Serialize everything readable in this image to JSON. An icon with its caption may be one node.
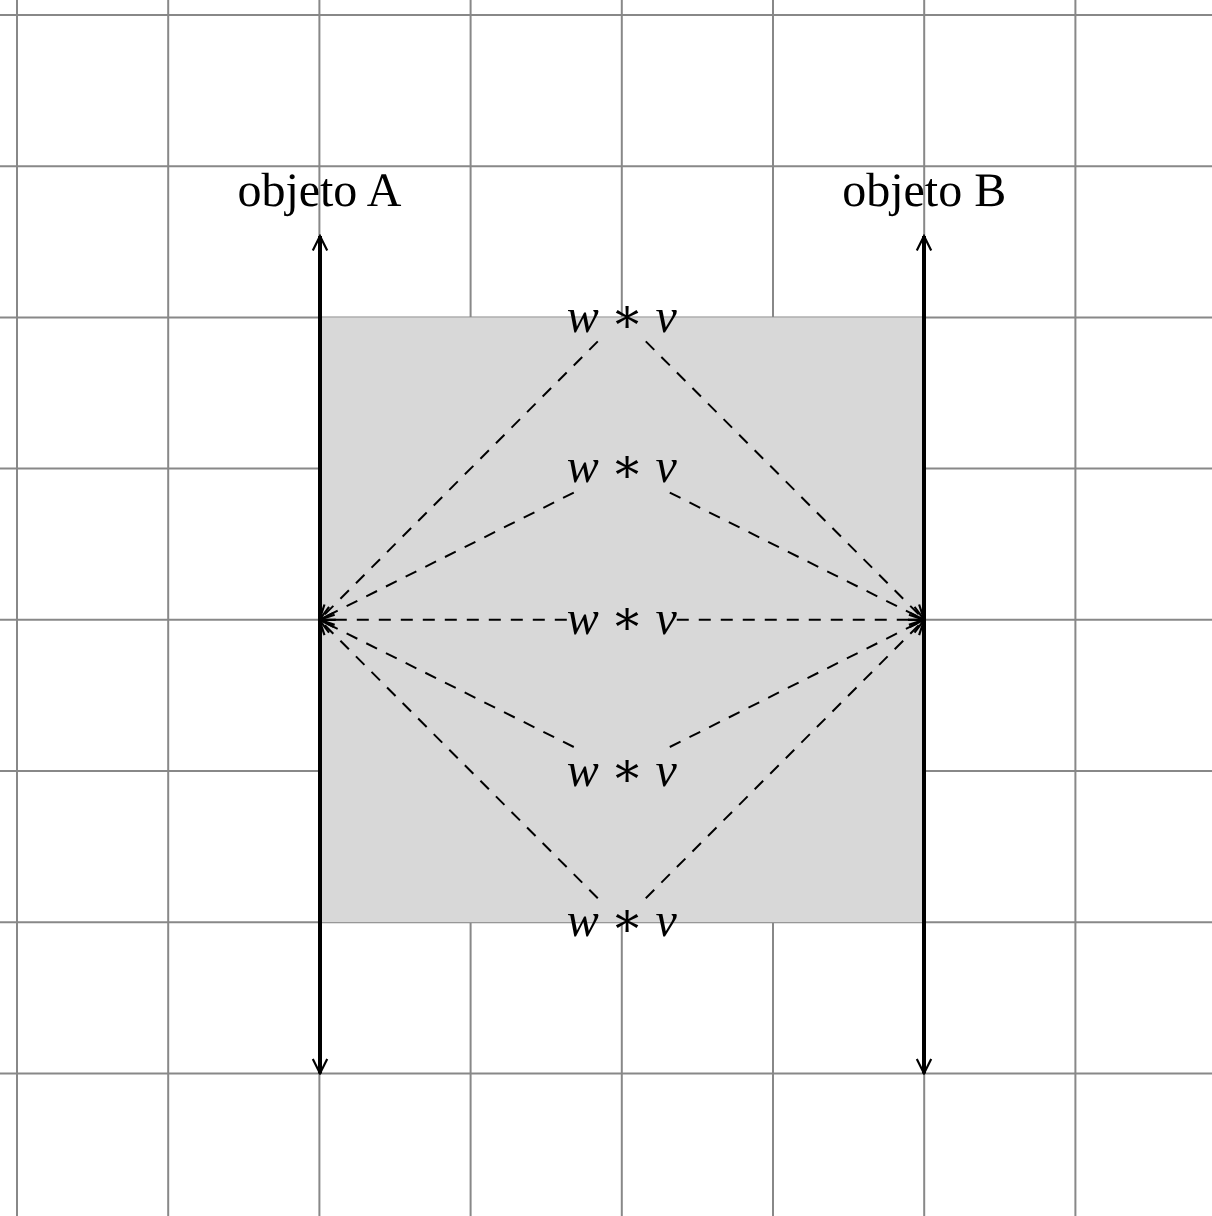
{
  "diagram": {
    "nodes": [
      {
        "text": [
          "objeto A"
        ]
      },
      {
        "text": [
          "objeto B"
        ]
      },
      {
        "text": [
          "*w* ∗ *v*"
        ]
      },
      {
        "text": [
          "*w* ∗ *v*"
        ]
      },
      {
        "text": [
          "*w* ∗ *v*"
        ]
      },
      {
        "text": [
          "*w* ∗ *v*"
        ]
      },
      {
        "text": [
          "*w* ∗ *v*"
        ]
      }
    ],
    "edges": [
      {
        "from": 2,
        "to": 0,
        "arrow": "to",
        "style": "dashed"
      },
      {
        "from": 2,
        "to": 1,
        "arrow": "to",
        "style": "dashed"
      },
      {
        "from": 3,
        "to": 0,
        "arrow": "to",
        "style": "dashed"
      },
      {
        "from": 3,
        "to": 1,
        "arrow": "to",
        "style": "dashed"
      },
      {
        "from": 4,
        "to": 0,
        "arrow": "to",
        "style": "dashed"
      },
      {
        "from": 4,
        "to": 1,
        "arrow": "to",
        "style": "dashed"
      },
      {
        "from": 5,
        "to": 0,
        "arrow": "to",
        "style": "dashed"
      },
      {
        "from": 5,
        "to": 1,
        "arrow": "to",
        "style": "dashed"
      },
      {
        "from": 6,
        "to": 0,
        "arrow": "to",
        "style": "dashed"
      },
      {
        "from": 6,
        "to": 1,
        "arrow": "to",
        "style": "dashed"
      }
    ]
  }
}
